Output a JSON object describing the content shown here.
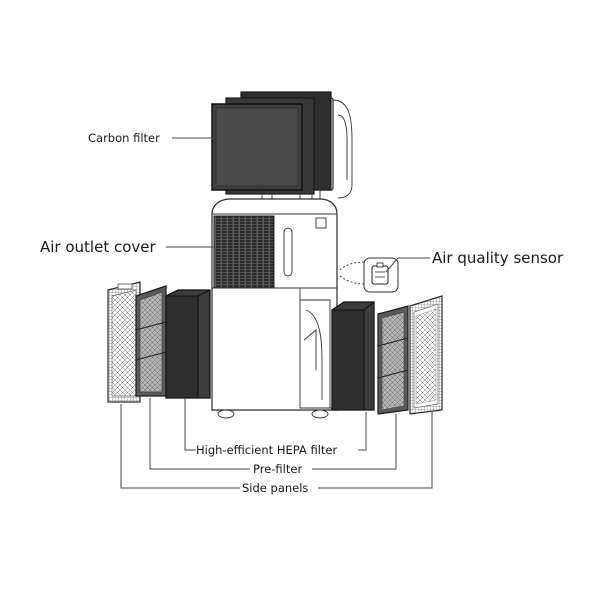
{
  "labels": {
    "carbon_filter": "Carbon filter",
    "air_outlet_cover": "Air outlet cover",
    "air_quality_sensor": "Air quality sensor",
    "hepa_filter": "High-efficient HEPA filter",
    "pre_filter": "Pre-filter",
    "side_panels": "Side panels"
  },
  "colors": {
    "line": "#2a2a2a",
    "filter_dark": "#3a3a3a",
    "filter_mid": "#555555",
    "background": "#ffffff"
  },
  "icons": {
    "sensor": "air-quality-sensor-icon"
  }
}
